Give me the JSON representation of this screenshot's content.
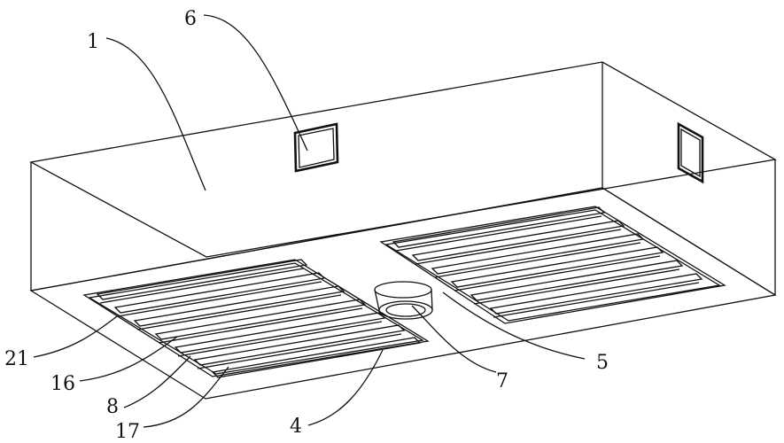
{
  "callouts": [
    {
      "id": "1",
      "text": "1"
    },
    {
      "id": "6",
      "text": "6"
    },
    {
      "id": "21",
      "text": "21"
    },
    {
      "id": "16",
      "text": "16"
    },
    {
      "id": "8",
      "text": "8"
    },
    {
      "id": "17",
      "text": "17"
    },
    {
      "id": "4",
      "text": "4"
    },
    {
      "id": "7",
      "text": "7"
    },
    {
      "id": "5",
      "text": "5"
    }
  ]
}
